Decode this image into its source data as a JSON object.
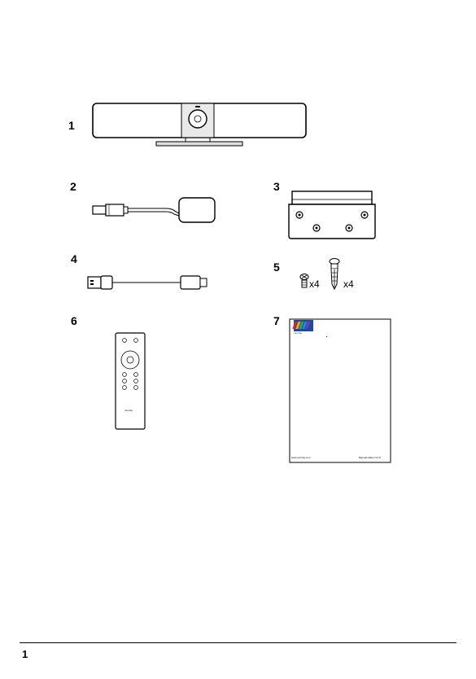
{
  "items": [
    {
      "number": "1",
      "icon": "video-bar-icon"
    },
    {
      "number": "2",
      "icon": "usb-adapter-cable-icon"
    },
    {
      "number": "3",
      "icon": "mounting-bracket-icon"
    },
    {
      "number": "4",
      "icon": "usb-cable-icon"
    },
    {
      "number": "5",
      "icon": "screws-and-anchors-icon"
    },
    {
      "number": "6",
      "icon": "remote-control-icon"
    },
    {
      "number": "7",
      "icon": "quick-start-guide-icon"
    }
  ],
  "screw_qty": "x4",
  "anchor_qty": "x4",
  "remote_brand": "minrray",
  "guide_brand": "minrray",
  "guide_footer_left": "www.minrray.com",
  "guide_footer_right": "Manual edition V1.0",
  "page_number": "1",
  "colors": {
    "logo_stripes": [
      "#d9262b",
      "#f5a623",
      "#39a935",
      "#1e88e5",
      "#7b3fa0"
    ],
    "logo_bg": "#1a4aa6"
  }
}
